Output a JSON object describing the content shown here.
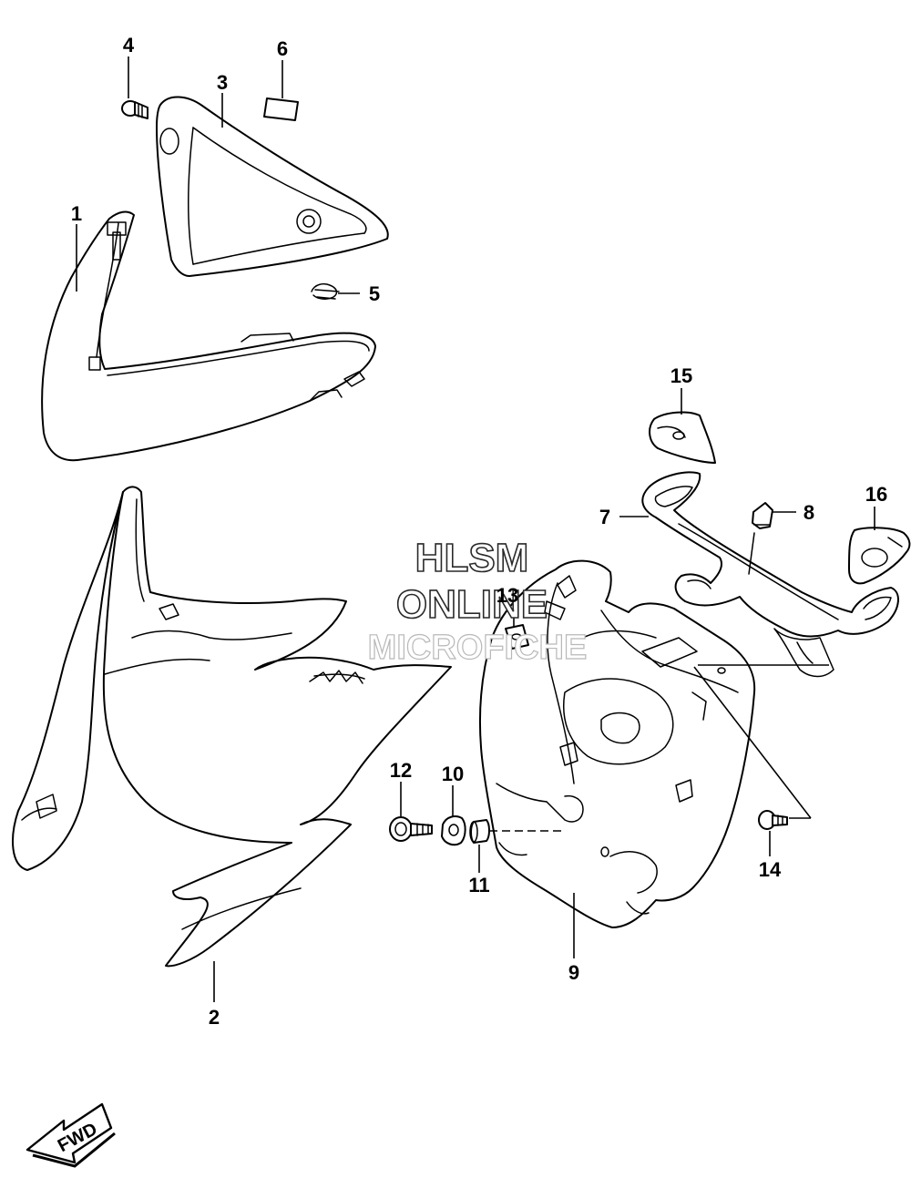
{
  "watermark": {
    "line1": "HLSM",
    "line2": "ONLINE",
    "line3": "MICROFICHE"
  },
  "direction_badge": {
    "label": "FWD",
    "icon": "arrow-icon"
  },
  "callouts": [
    {
      "id": "1",
      "label": "1"
    },
    {
      "id": "2",
      "label": "2"
    },
    {
      "id": "3",
      "label": "3"
    },
    {
      "id": "4",
      "label": "4"
    },
    {
      "id": "5",
      "label": "5"
    },
    {
      "id": "6",
      "label": "6"
    },
    {
      "id": "7",
      "label": "7"
    },
    {
      "id": "8",
      "label": "8"
    },
    {
      "id": "9",
      "label": "9"
    },
    {
      "id": "10",
      "label": "10"
    },
    {
      "id": "11",
      "label": "11"
    },
    {
      "id": "12",
      "label": "12"
    },
    {
      "id": "13",
      "label": "13"
    },
    {
      "id": "14",
      "label": "14"
    },
    {
      "id": "15",
      "label": "15"
    },
    {
      "id": "16",
      "label": "16"
    }
  ]
}
